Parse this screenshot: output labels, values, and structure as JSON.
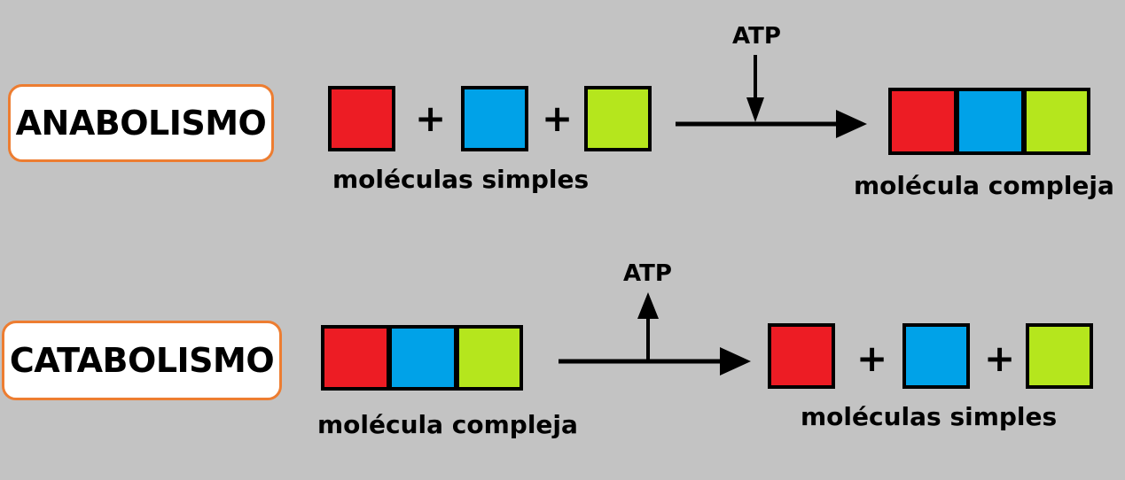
{
  "anabolism": {
    "title": "ANABOLISMO",
    "reactants_label": "moléculas simples",
    "product_label": "molécula compleja",
    "energy_label": "ATP",
    "plus_sign": "+"
  },
  "catabolism": {
    "title": "CATABOLISMO",
    "reactant_label": "molécula compleja",
    "products_label": "moléculas simples",
    "energy_label": "ATP",
    "plus_sign": "+"
  },
  "colors": {
    "red": "#ed1c24",
    "blue": "#00a2e8",
    "green": "#b5e61d",
    "label_border": "#ed7d31",
    "background": "#c3c3c3"
  }
}
